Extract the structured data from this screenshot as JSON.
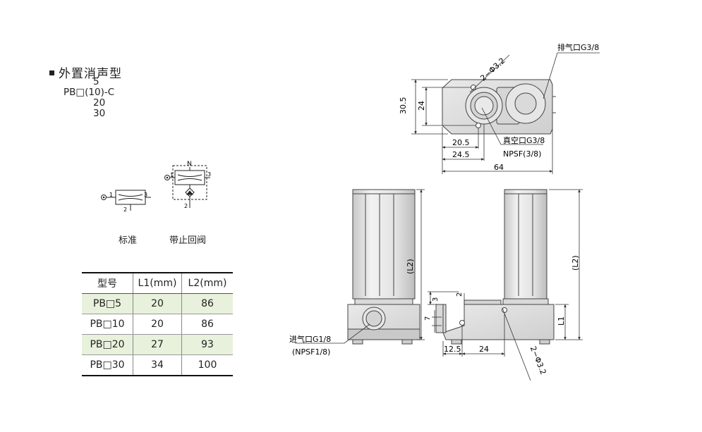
{
  "title": "外置消声型",
  "model_code": {
    "prefix": "PB□(10)-C",
    "options_above": [
      "5"
    ],
    "options_below": [
      "20",
      "30"
    ]
  },
  "symbols": {
    "standard_label": "标准",
    "check_label": "带止回阀",
    "port1": "1",
    "port2": "2",
    "port3": "3",
    "port_n": "N"
  },
  "table": {
    "headers": [
      "型号",
      "L1(mm)",
      "L2(mm)"
    ],
    "rows": [
      {
        "model": "PB□5",
        "l1": "20",
        "l2": "86",
        "shaded": true
      },
      {
        "model": "PB□10",
        "l1": "20",
        "l2": "86",
        "shaded": false
      },
      {
        "model": "PB□20",
        "l1": "27",
        "l2": "93",
        "shaded": true
      },
      {
        "model": "PB□30",
        "l1": "34",
        "l2": "100",
        "shaded": false
      }
    ]
  },
  "drawing": {
    "exhaust_port": "排气口G3/8",
    "mount_holes_top": "2−Φ3.2",
    "vacuum_port": "真空口G3/8",
    "vacuum_port_alt": "NPSF(3/8)",
    "dim_30_5": "30.5",
    "dim_24_v": "24",
    "dim_20_5": "20.5",
    "dim_24_5": "24.5",
    "dim_64": "64",
    "l2_label": "(L2)",
    "l1_label": "L1",
    "supply_port": "进气口G1/8",
    "supply_port_alt": "(NPSF1/8)",
    "dim_3": "3",
    "dim_2": "2",
    "dim_7": "7",
    "dim_12_5": "12.5",
    "dim_24_h": "24",
    "mount_holes_side": "2−Φ3.2"
  }
}
